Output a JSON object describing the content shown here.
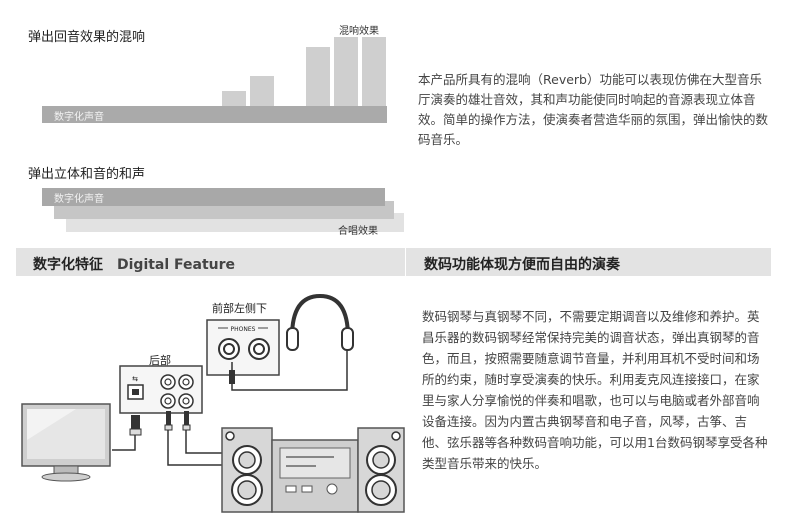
{
  "reverb": {
    "title": "弹出回音效果的混响",
    "effect_label": "混响效果",
    "base_label": "数字化声音",
    "description": "本产品所具有的混响（Reverb）功能可以表现仿佛在大型音乐厅演奏的雄壮音效，其和声功能使同时响起的音源表现立体音效。简单的操作方法，使演奏者营造华丽的氛围，弹出愉快的数码音乐。"
  },
  "chorus": {
    "title": "弹出立体和音的和声",
    "base_label": "数字化声音",
    "effect_label": "合唱效果"
  },
  "feature_header": {
    "title_cn": "数字化特征",
    "title_en": "Digital Feature",
    "right_title": "数码功能体现方便而自由的演奏"
  },
  "diagram": {
    "front_left_label": "前部左侧下",
    "phones_label": "PHONES",
    "back_label": "后部",
    "port_mark_label": "⇆"
  },
  "feature_text": "数码钢琴与真钢琴不同，不需要定期调音以及维修和养护。英昌乐器的数码钢琴经常保持完美的调音状态，弹出真钢琴的音色，而且，按照需要随意调节音量，并利用耳机不受时间和场所的约束，随时享受演奏的快乐。利用麦克风连接接口，在家里与家人分享愉悦的伴奏和唱歌，也可以与电脑或者外部音响设备连接。因为内置古典钢琴音和电子音，风琴，古筝、吉他、弦乐器等各种数码音响功能，可以用1台数码钢琴享受各种类型音乐带来的快乐。",
  "colors": {
    "bar_dark": "#a6a6a6",
    "bar_mid": "#c4c4c4",
    "bar_light": "#e2e2e2",
    "header_band": "#e3e3e3"
  }
}
